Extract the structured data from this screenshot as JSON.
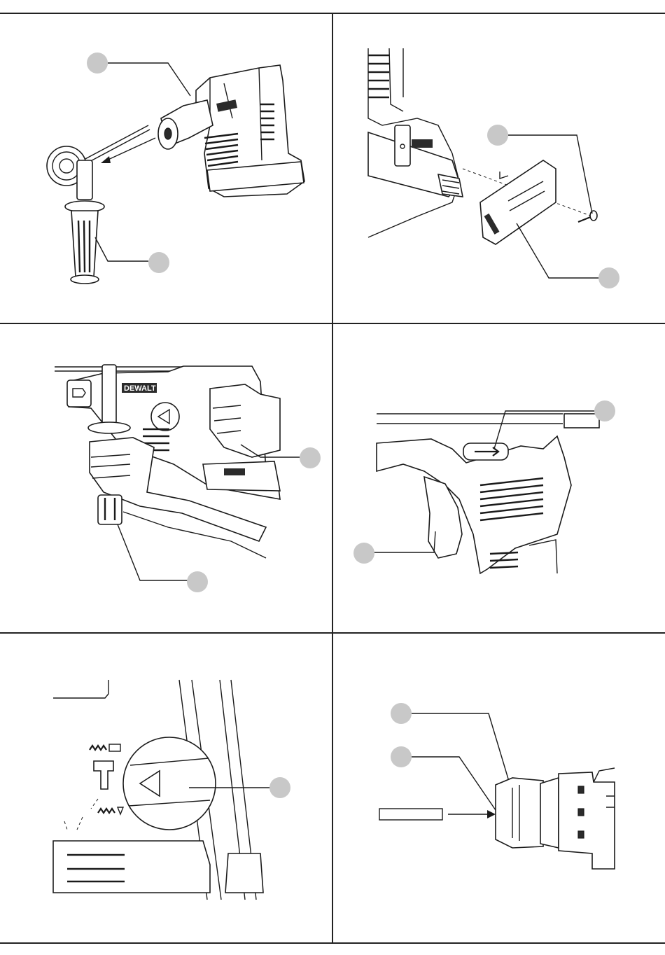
{
  "page": {
    "brand_mark": "DEWALT"
  },
  "panels": [
    {
      "id": "fig-a",
      "description_hidden": true
    },
    {
      "id": "fig-b"
    },
    {
      "id": "fig-c"
    },
    {
      "id": "fig-d"
    },
    {
      "id": "fig-e"
    },
    {
      "id": "fig-f"
    }
  ]
}
